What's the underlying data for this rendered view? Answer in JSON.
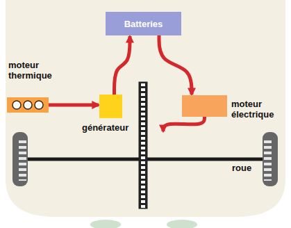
{
  "diagram": {
    "nodes": [
      {
        "text": [
          "Batteries"
        ]
      },
      {
        "text": [
          "moteur thermique"
        ]
      },
      {
        "text": [
          "générateur"
        ]
      },
      {
        "text": [
          "moteur électrique"
        ]
      },
      {
        "text": [
          "roue"
        ]
      }
    ],
    "edges": [
      {
        "from": 1,
        "to": 2,
        "arrow": "to"
      },
      {
        "from": 2,
        "to": 0,
        "arrow": "to"
      },
      {
        "from": 0,
        "to": 3,
        "arrow": "to"
      },
      {
        "from": 3,
        "to": 4,
        "arrow": "to"
      }
    ]
  }
}
